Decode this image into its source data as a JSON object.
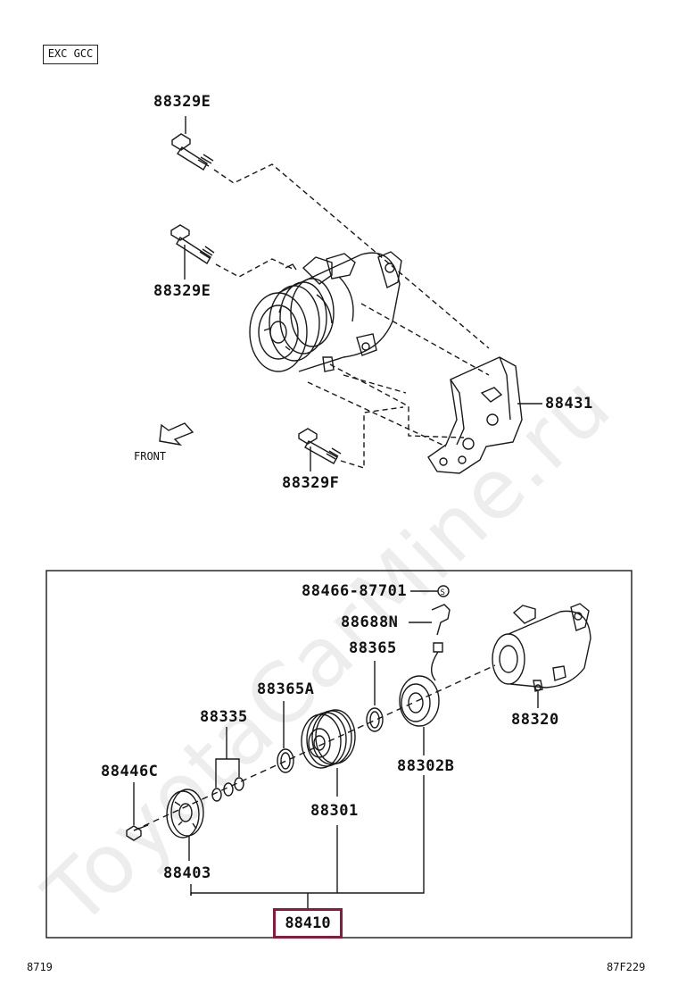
{
  "header_tag": "EXC GCC",
  "watermark": "ToyotaCarMine.ru",
  "labels": {
    "bolt_top": "88329E",
    "bolt_mid": "88329E",
    "bracket": "88431",
    "bolt_low": "88329F",
    "front": "FRONT",
    "screw_s": "88466-87701",
    "connector": "88688N",
    "ring_88365": "88365",
    "ring_88365a": "88365A",
    "shims": "88335",
    "bolt_c": "88446C",
    "compressor": "88320",
    "coil": "88302B",
    "pulley": "88301",
    "hub": "88403",
    "clutch_assy": "88410"
  },
  "footer": {
    "left_code": "8719",
    "right_code": "87F229"
  },
  "colors": {
    "line": "#1a1a1a",
    "highlight": "#8b1a3a"
  }
}
